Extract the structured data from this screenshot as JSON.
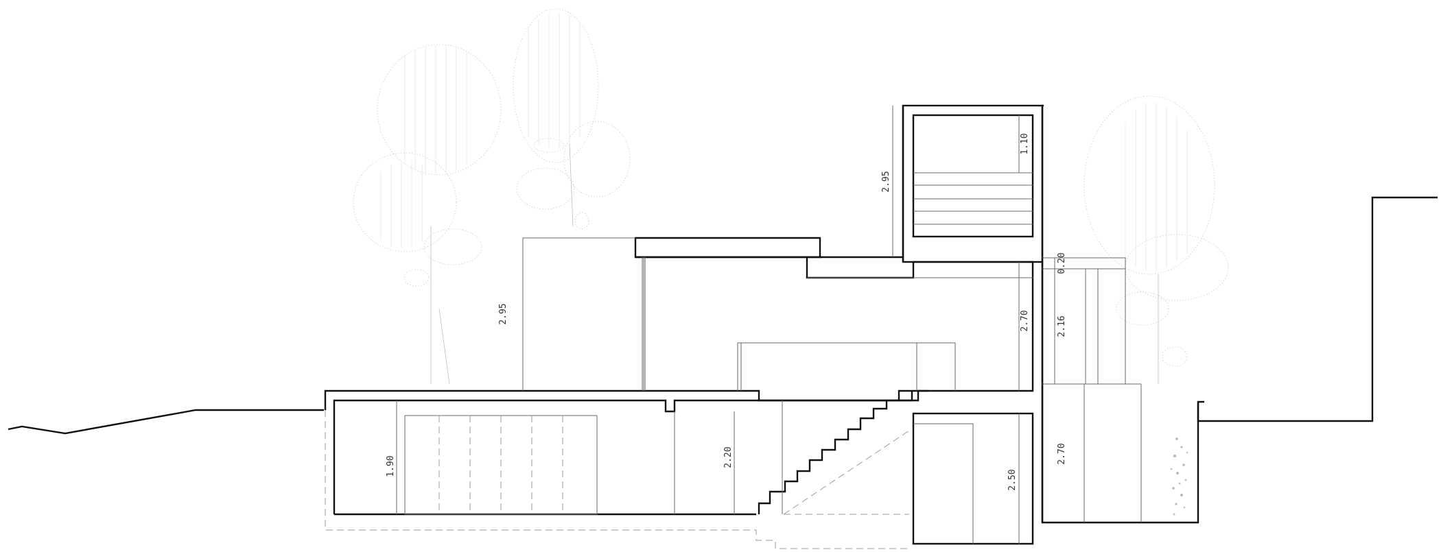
{
  "drawing": {
    "dimensions": [
      {
        "id": "upper-box-height",
        "text": "1.10"
      },
      {
        "id": "tower-height",
        "text": "2.95"
      },
      {
        "id": "canopy-height",
        "text": "2.95"
      },
      {
        "id": "main-floor-height",
        "text": "2.70"
      },
      {
        "id": "slab-thickness",
        "text": "0.20"
      },
      {
        "id": "window-height",
        "text": "2.16"
      },
      {
        "id": "lower-right-height",
        "text": "2.70"
      },
      {
        "id": "garage-height",
        "text": "1.90"
      },
      {
        "id": "stair-hall-height",
        "text": "2.20"
      },
      {
        "id": "cellar-height",
        "text": "2.50"
      }
    ]
  }
}
